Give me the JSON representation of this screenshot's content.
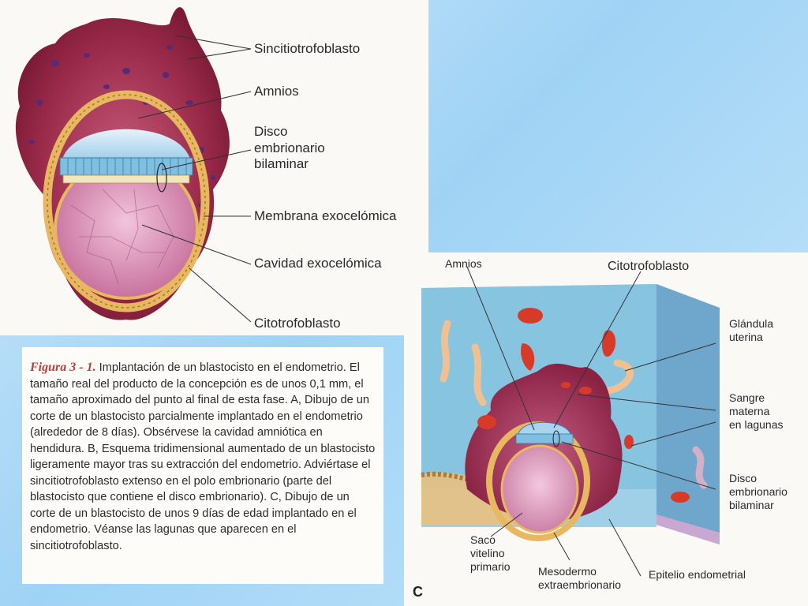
{
  "panel_a": {
    "labels": [
      "Sincitiotrofoblasto",
      "Amnios",
      "Disco\nembrionario\nbilaminar",
      "Membrana exocelómica",
      "Cavidad exocelómica",
      "Citotrofoblasto"
    ]
  },
  "panel_c": {
    "labels": {
      "amnios": "Amnios",
      "citotrofoblasto": "Citotrofoblasto",
      "glandula": "Glándula\nuterina",
      "sangre": "Sangre\nmaterna\nen lagunas",
      "disco": "Disco\nembrionario\nbilaminar",
      "saco": "Saco\nvitelino\nprimario",
      "mesodermo": "Mesodermo\nextraembrionario",
      "epitelio": "Epitelio endometrial"
    },
    "panel_letter": "C"
  },
  "caption": {
    "figure_label": "Figura 3 - 1.",
    "text": " Implantación de un blastocisto en el endometrio. El tamaño real del producto de la concepción es de unos 0,1 mm, el tamaño aproximado del punto al final de esta fase. A, Dibujo de un corte de un blastocisto parcialmente implantado en el endometrio (alrededor de 8 días). Obsérvese la cavidad amniótica en hendidura. B, Esquema tridimensional aumentado de un blastocisto ligeramente mayor tras su extracción del endometrio. Adviértase el sincitiotrofoblasto extenso en el polo embrionario (parte del blastocisto que contiene el disco embrionario). C, Dibujo de un corte de un blastocisto de unos 9 días de edad implantado en el endometrio. Véanse las lagunas que aparecen en el sincitiotrofoblasto."
  },
  "colors": {
    "syncytio": "#9a2a4a",
    "cyto": "#e8b860",
    "amnion": "#a8d4ee",
    "yolk": "#e8a8c8",
    "tissue": "#86c4e0",
    "blood": "#d83a2a"
  }
}
